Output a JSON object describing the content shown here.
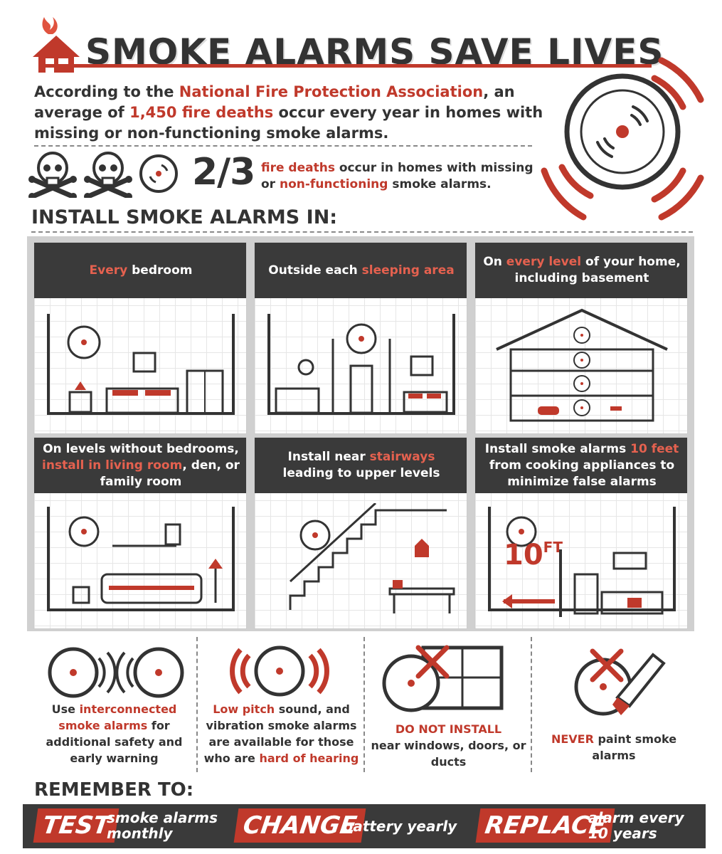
{
  "title": "SMOKE ALARMS SAVE LIVES",
  "intro": {
    "p1": "According to the ",
    "org": "National Fire Protection Association",
    "p2": ", an average of ",
    "deaths": "1,450 fire deaths",
    "p3": " occur every year in homes with missing or non-functioning smoke alarms."
  },
  "stat": {
    "fraction": "2/3",
    "h1": "fire deaths",
    "t1": " occur in homes with missing or ",
    "h2": "non-functioning",
    "t2": " smoke alarms."
  },
  "install_header": "INSTALL SMOKE ALARMS IN:",
  "panels": [
    {
      "h": "Every",
      "t": " bedroom"
    },
    {
      "t": "Outside each ",
      "h": "sleeping area"
    },
    {
      "t1": "On ",
      "h": "every level",
      "t2": " of your home, including basement"
    },
    {
      "t1": "On levels without bedrooms, ",
      "h": "install in living room",
      "t2": ", den, or family room"
    },
    {
      "t1": "Install near ",
      "h": "stairways",
      "t2": " leading to upper levels"
    },
    {
      "t1": "Install smoke alarms ",
      "h": "10 feet",
      "t2": " from cooking appliances to minimize false alarms"
    }
  ],
  "ten_ft": "10",
  "ten_ft_unit": "FT",
  "tips": [
    {
      "t1": "Use ",
      "h": "interconnected smoke alarms",
      "t2": " for additional safety and early warning"
    },
    {
      "h": "Low pitch",
      "t1": " sound,  and vibration smoke alarms are available for those who are ",
      "h2": "hard of hearing"
    },
    {
      "h": "DO NOT INSTALL",
      "t": "near windows, doors, or ducts"
    },
    {
      "h": "NEVER",
      "t": " paint smoke alarms"
    }
  ],
  "remember": "REMEMBER TO:",
  "actions": [
    {
      "label": "TEST",
      "desc1": "smoke alarms",
      "desc2": "monthly"
    },
    {
      "label": "CHANGE",
      "desc1": "battery yearly",
      "desc2": ""
    },
    {
      "label": "REPLACE",
      "desc1": "alarm every",
      "desc2": "10 years"
    }
  ],
  "colors": {
    "accent": "#c0392b",
    "dark": "#3a3a3a"
  }
}
